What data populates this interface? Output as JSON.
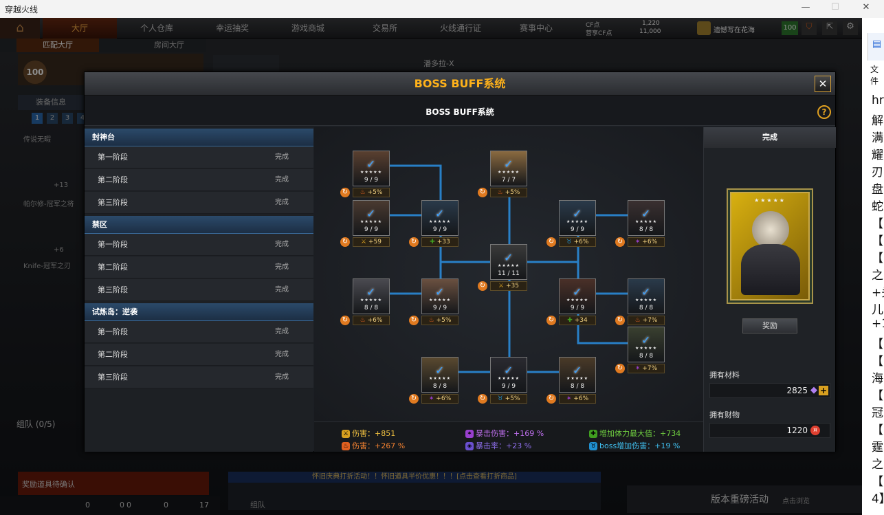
{
  "window": {
    "title": "穿越火线"
  },
  "nav": {
    "tabs": [
      "大厅",
      "个人仓库",
      "幸运抽奖",
      "游戏商城",
      "交易所",
      "火线通行证",
      "赛事中心"
    ]
  },
  "subnav": {
    "tabs": [
      "匹配大厅",
      "房间大厅"
    ]
  },
  "topbar": {
    "cf_label": "CF点",
    "cf_value": "1,220",
    "card_label": "营享CF点",
    "card_value": "11,000",
    "player": "遗憾写在花海",
    "level_badge": "100"
  },
  "bg": {
    "map_name": "潘多拉-X",
    "equip_info": "装备信息",
    "team": "组队 (0/5)",
    "item1": "传说无暇",
    "item2": "帕尔修-冠军之将",
    "item3": "Knife-冠军之刃",
    "plus13": "+13",
    "plus6": "+6",
    "confirm": "奖励道具待确认",
    "marquee": "怀旧庆典打折活动！！怀旧道具半价优惠！！！[点击查看打折商品]",
    "version": "版本重磅活动",
    "version_sub": "点击浏览",
    "team2": "组队",
    "counts": [
      "0",
      "0",
      "0",
      "0",
      "17"
    ]
  },
  "modal": {
    "title": "BOSS BUFF系统",
    "subtitle": "BOSS BUFF系统",
    "groups": [
      {
        "name": "封神台",
        "stages": [
          {
            "name": "第一阶段",
            "status": "完成"
          },
          {
            "name": "第二阶段",
            "status": "完成"
          },
          {
            "name": "第三阶段",
            "status": "完成"
          }
        ]
      },
      {
        "name": "禁区",
        "stages": [
          {
            "name": "第一阶段",
            "status": "完成"
          },
          {
            "name": "第二阶段",
            "status": "完成"
          },
          {
            "name": "第三阶段",
            "status": "完成"
          }
        ]
      },
      {
        "name": "试炼岛：逆袭",
        "stages": [
          {
            "name": "第一阶段",
            "status": "完成"
          },
          {
            "name": "第二阶段",
            "status": "完成"
          },
          {
            "name": "第三阶段",
            "status": "完成"
          }
        ]
      }
    ],
    "nodes": [
      {
        "count": "9 / 9",
        "bonus": "+5%",
        "type": "fire"
      },
      {
        "count": "7 / 7",
        "bonus": "+5%",
        "type": "fire"
      },
      {
        "count": "9 / 9",
        "bonus": "+59",
        "type": "sword"
      },
      {
        "count": "9 / 9",
        "bonus": "+33",
        "type": "heal"
      },
      {
        "count": "9 / 9",
        "bonus": "+6%",
        "type": "boss"
      },
      {
        "count": "8 / 8",
        "bonus": "+6%",
        "type": "crit"
      },
      {
        "count": "11 / 11",
        "bonus": "+35",
        "type": "sword"
      },
      {
        "count": "8 / 8",
        "bonus": "+6%",
        "type": "fire"
      },
      {
        "count": "9 / 9",
        "bonus": "+5%",
        "type": "fire"
      },
      {
        "count": "9 / 9",
        "bonus": "+34",
        "type": "heal"
      },
      {
        "count": "8 / 8",
        "bonus": "+7%",
        "type": "fire"
      },
      {
        "count": "8 / 8",
        "bonus": "+7%",
        "type": "crit"
      },
      {
        "count": "8 / 8",
        "bonus": "+6%",
        "type": "crit"
      },
      {
        "count": "9 / 9",
        "bonus": "+5%",
        "type": "boss"
      },
      {
        "count": "8 / 8",
        "bonus": "+6%",
        "type": "crit"
      }
    ],
    "bonuses": [
      {
        "label": "伤害：+851",
        "color": "#f0c040",
        "type": "sword"
      },
      {
        "label": "伤害：+267 %",
        "color": "#f08030",
        "type": "fire"
      },
      {
        "label": "暴击伤害：+169 %",
        "color": "#c070f0",
        "type": "crit"
      },
      {
        "label": "暴击率：+23 %",
        "color": "#9070f0",
        "type": "critrate"
      },
      {
        "label": "增加体力最大值：+734",
        "color": "#70d040",
        "type": "heal"
      },
      {
        "label": "boss增加伤害：+19 %",
        "color": "#40c0f0",
        "type": "boss"
      }
    ],
    "right": {
      "status": "完成",
      "reward_btn": "奖励",
      "materials_label": "拥有材料",
      "materials_value": "2825",
      "wealth_label": "拥有财物",
      "wealth_value": "1220"
    }
  },
  "side_text": [
    "hr",
    "解",
    "满",
    "耀",
    "刃",
    "盘",
    "蛇",
    "【",
    "【",
    "【",
    "之",
    "+头",
    "儿",
    "+1",
    "【",
    "【",
    "海",
    "【",
    "冠",
    "【",
    "霆",
    "之",
    "【",
    "4】"
  ],
  "side_top": "文件",
  "colors": {
    "accent": "#ffb21a",
    "blue_line": "#2a8ad8",
    "check": "#3aa0ff"
  }
}
